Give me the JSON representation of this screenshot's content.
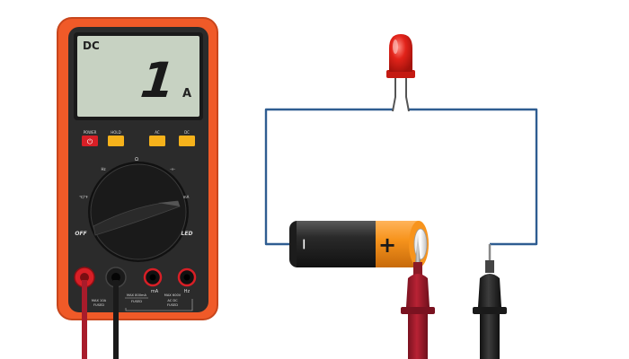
{
  "multimeter": {
    "display": {
      "mode": "DC",
      "reading": "1",
      "unit": "A"
    },
    "buttons": [
      {
        "label": "POWER",
        "symbol": "⏻"
      },
      {
        "label": "HOLD"
      },
      {
        "label": "AC"
      },
      {
        "label": "DC"
      }
    ],
    "dial": {
      "top_symbol": "Ω",
      "left_top_symbol": "Hz",
      "right_top_symbol": "⊣⊢",
      "left_mid_symbol": "℃/℉",
      "right_mid_symbol": "mA",
      "off_label": "OFF",
      "led_label": "LED"
    },
    "jacks": {
      "jack1_note_1": "MAX 10A",
      "jack1_note_2": "FUSED",
      "jack3_symbol": "mA",
      "jack3_note_1": "MAX 800mA",
      "jack3_note_2": "FUSED",
      "jack4_symbol": "Hz",
      "jack4_note_1": "MAX 600V",
      "jack4_note_2": "AC DC",
      "jack4_note_3": "FUSED"
    }
  },
  "battery": {
    "negative_symbol": "—",
    "positive_symbol": "+"
  },
  "colors": {
    "meter_shell": "#f05a28",
    "meter_body": "#2b2b2b",
    "lcd": "#c7d2c2",
    "button_yellow": "#f6b21b",
    "button_red": "#d81f26",
    "wire": "#2f5d91",
    "probe_red": "#a81c2b",
    "probe_black": "#2a2a2a",
    "led": "#e2231a",
    "battery_orange": "#f7941d"
  }
}
